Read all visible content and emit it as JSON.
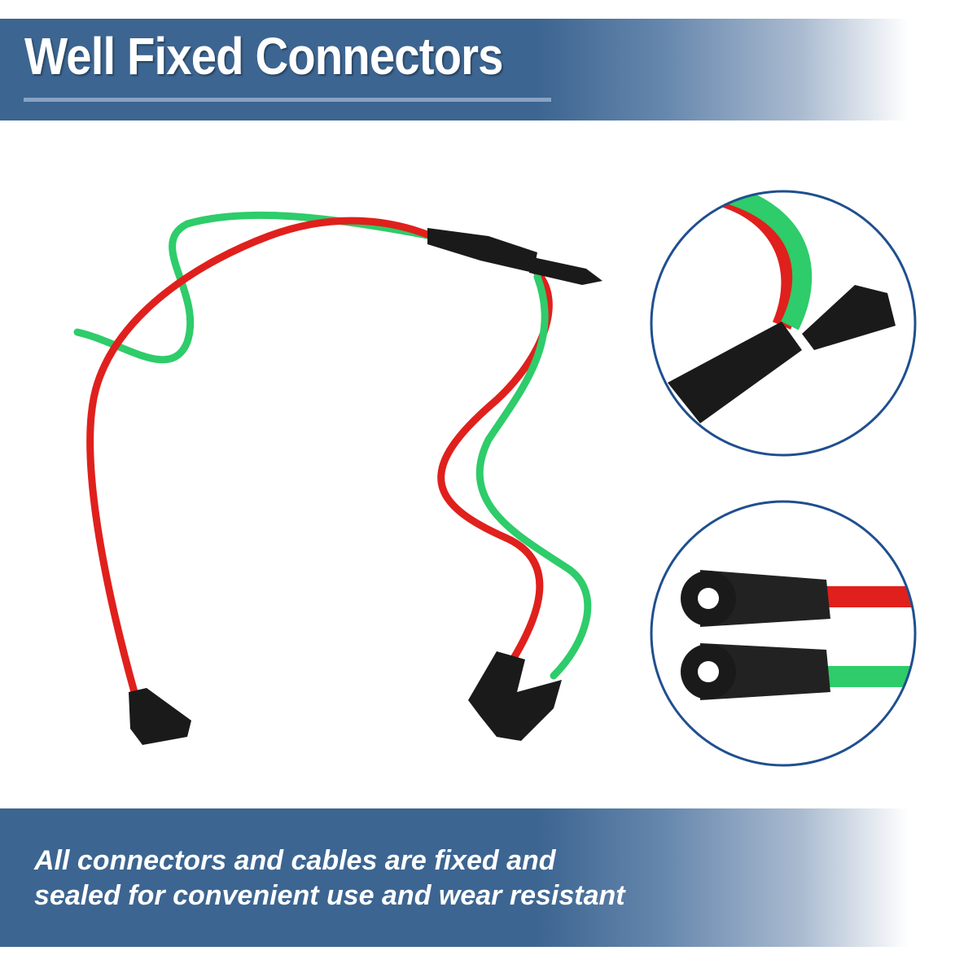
{
  "header": {
    "title": "Well Fixed Connectors"
  },
  "footer": {
    "line1": "All connectors and cables are fixed and",
    "line2": "sealed for convenient use and wear resistant"
  },
  "colors": {
    "band": "#3c6591",
    "red_cable": "#e0201c",
    "green_cable": "#2ecc6a",
    "connector": "#1a1a1a",
    "circle_border": "#1f4f8f"
  }
}
